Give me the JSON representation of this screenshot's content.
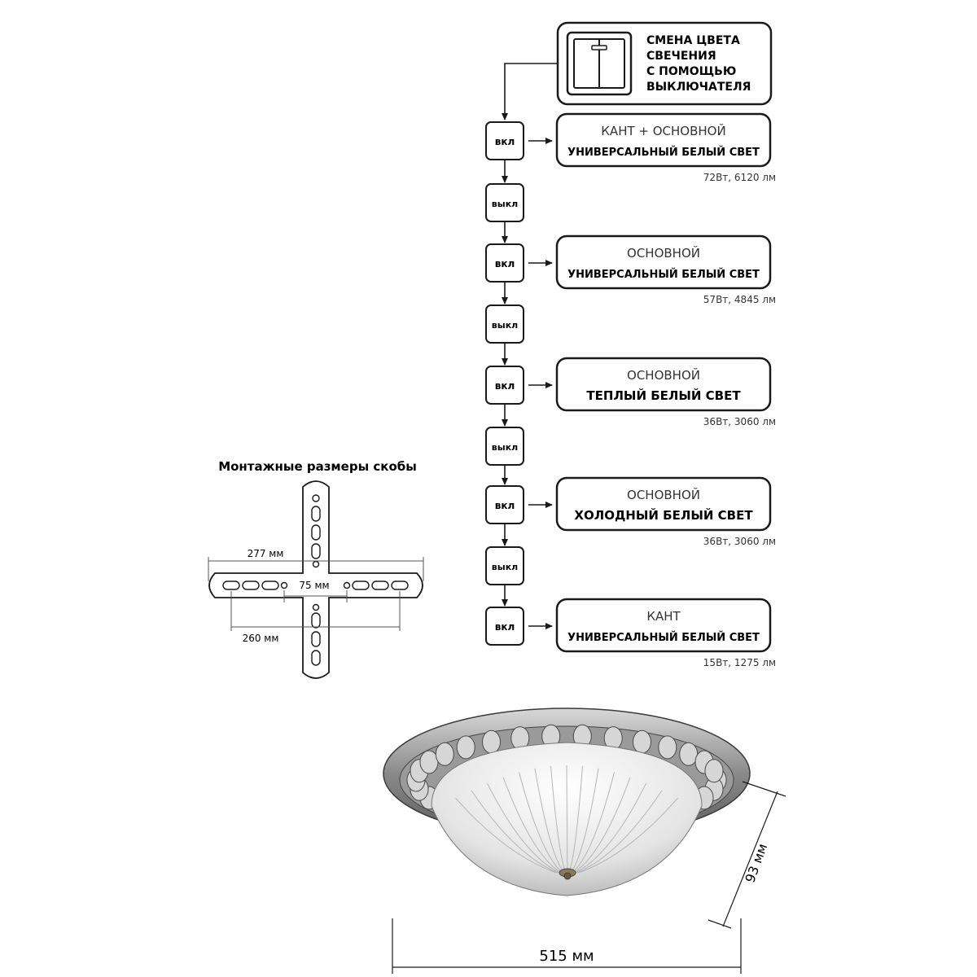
{
  "header": {
    "lines": [
      "СМЕНА ЦВЕТА",
      "СВЕЧЕНИЯ",
      "С ПОМОЩЬЮ",
      "ВЫКЛЮЧАТЕЛЯ"
    ],
    "icon": "wall-switch-icon"
  },
  "labels": {
    "on": "вкл",
    "off": "выкл"
  },
  "modes": [
    {
      "mode": "КАНТ + ОСНОВНОЙ",
      "light": "УНИВЕРСАЛЬНЫЙ БЕЛЫЙ СВЕТ",
      "spec": "72Вт, 6120 лм"
    },
    {
      "mode": "ОСНОВНОЙ",
      "light": "УНИВЕРСАЛЬНЫЙ БЕЛЫЙ СВЕТ",
      "spec": "57Вт, 4845 лм"
    },
    {
      "mode": "ОСНОВНОЙ",
      "light": "ТЕПЛЫЙ БЕЛЫЙ СВЕТ",
      "spec": "36Вт, 3060 лм"
    },
    {
      "mode": "ОСНОВНОЙ",
      "light": "ХОЛОДНЫЙ БЕЛЫЙ СВЕТ",
      "spec": "36Вт, 3060 лм"
    },
    {
      "mode": "КАНТ",
      "light": "УНИВЕРСАЛЬНЫЙ БЕЛЫЙ СВЕТ",
      "spec": "15Вт, 1275 лм"
    }
  ],
  "bracket": {
    "title": "Монтажные размеры скобы",
    "dim_total": "277 мм",
    "dim_inner": "75 мм",
    "dim_outer": "260 мм"
  },
  "fixture": {
    "width": "515 мм",
    "height": "93 мм"
  },
  "colors": {
    "stroke": "#1a1a1a",
    "dim_line": "#555555",
    "metal_dark": "#6e6e6e",
    "metal_light": "#c9c9c9",
    "glass": "#ececec"
  }
}
